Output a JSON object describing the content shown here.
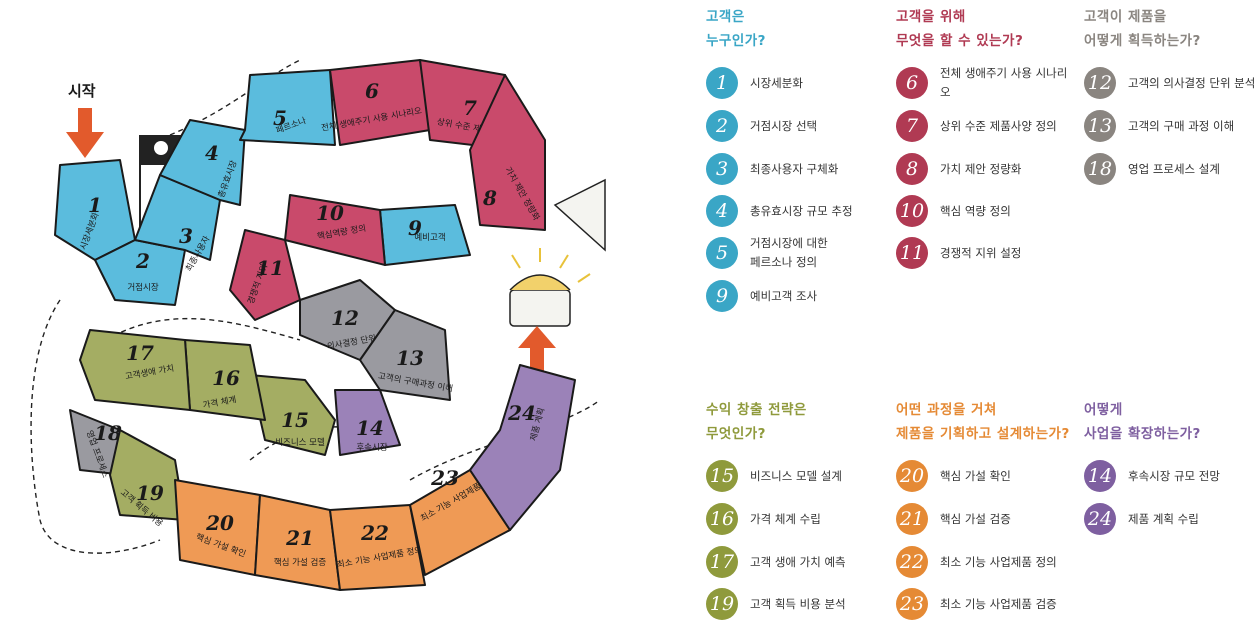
{
  "board": {
    "start_label": "시작",
    "tiles": [
      {
        "num": "1",
        "label": "시장세분화",
        "color": "#5bbcdd"
      },
      {
        "num": "2",
        "label": "거점시장",
        "color": "#5bbcdd"
      },
      {
        "num": "3",
        "label": "최종사용자",
        "color": "#5bbcdd"
      },
      {
        "num": "4",
        "label": "총유효시장",
        "color": "#5bbcdd"
      },
      {
        "num": "5",
        "label": "페르소나",
        "color": "#5bbcdd"
      },
      {
        "num": "6",
        "label": "전체 생애주기 사용 시나리오",
        "color": "#c94a6b"
      },
      {
        "num": "7",
        "label": "상위 수준 제품사양",
        "color": "#c94a6b"
      },
      {
        "num": "8",
        "label": "가치 제안 정량화",
        "color": "#c94a6b"
      },
      {
        "num": "9",
        "label": "예비고객",
        "color": "#5bbcdd"
      },
      {
        "num": "10",
        "label": "핵심역량 정의",
        "color": "#c94a6b"
      },
      {
        "num": "11",
        "label": "경쟁적 지위",
        "color": "#c94a6b"
      },
      {
        "num": "12",
        "label": "의사결정 단위",
        "color": "#9a9aa0"
      },
      {
        "num": "13",
        "label": "고객의 구매과정 이해",
        "color": "#9a9aa0"
      },
      {
        "num": "14",
        "label": "후속시장",
        "color": "#9b82b8"
      },
      {
        "num": "15",
        "label": "비즈니스 모델",
        "color": "#a4ad63"
      },
      {
        "num": "16",
        "label": "가격 체계",
        "color": "#a4ad63"
      },
      {
        "num": "17",
        "label": "고객생애 가치",
        "color": "#a4ad63"
      },
      {
        "num": "18",
        "label": "영업 프로세스",
        "color": "#9a9aa0"
      },
      {
        "num": "19",
        "label": "고객 획득 비용",
        "color": "#a4ad63"
      },
      {
        "num": "20",
        "label": "핵심 가설 확인",
        "color": "#ef9a55"
      },
      {
        "num": "21",
        "label": "핵심 가설 검증",
        "color": "#ef9a55"
      },
      {
        "num": "22",
        "label": "최소 기능 사업제품 정의",
        "color": "#ef9a55"
      },
      {
        "num": "23",
        "label": "최소 기능 사업제품 검증",
        "color": "#ef9a55"
      },
      {
        "num": "24",
        "label": "제품 계획",
        "color": "#9b82b8"
      }
    ]
  },
  "legend": {
    "groups": [
      {
        "heading": [
          "고객은",
          "누구인가?"
        ],
        "color": "#3aa6c6",
        "items": [
          {
            "num": "1",
            "label": "시장세분화"
          },
          {
            "num": "2",
            "label": "거점시장 선택"
          },
          {
            "num": "3",
            "label": "최종사용자 구체화"
          },
          {
            "num": "4",
            "label": "총유효시장 규모 추정"
          },
          {
            "num": "5",
            "label": "거점시장에 대한\n페르소나 정의"
          },
          {
            "num": "9",
            "label": "예비고객 조사"
          }
        ]
      },
      {
        "heading": [
          "고객을 위해",
          "무엇을 할 수 있는가?"
        ],
        "color": "#b03a53",
        "items": [
          {
            "num": "6",
            "label": "전체 생애주기 사용 시나리오"
          },
          {
            "num": "7",
            "label": "상위 수준 제품사양 정의"
          },
          {
            "num": "8",
            "label": "가치 제안 정량화"
          },
          {
            "num": "10",
            "label": "핵심 역량 정의"
          },
          {
            "num": "11",
            "label": "경쟁적 지위 설정"
          }
        ]
      },
      {
        "heading": [
          "고객이 제품을",
          "어떻게 획득하는가?"
        ],
        "color": "#8a8580",
        "items": [
          {
            "num": "12",
            "label": "고객의 의사결정 단위 분석"
          },
          {
            "num": "13",
            "label": "고객의 구매 과정 이해"
          },
          {
            "num": "18",
            "label": "영업 프로세스 설계"
          }
        ]
      },
      {
        "heading": [
          "수익 창출 전략은",
          "무엇인가?"
        ],
        "color": "#8f9a3c",
        "items": [
          {
            "num": "15",
            "label": "비즈니스 모델 설계"
          },
          {
            "num": "16",
            "label": "가격 체계 수립"
          },
          {
            "num": "17",
            "label": "고객 생애 가치 예측"
          },
          {
            "num": "19",
            "label": "고객 획득 비용 분석"
          }
        ]
      },
      {
        "heading": [
          "어떤 과정을 거쳐",
          "제품을 기획하고 설계하는가?"
        ],
        "color": "#e58a35",
        "items": [
          {
            "num": "20",
            "label": "핵심 가설 확인"
          },
          {
            "num": "21",
            "label": "핵심 가설 검증"
          },
          {
            "num": "22",
            "label": "최소 기능 사업제품 정의"
          },
          {
            "num": "23",
            "label": "최소 기능 사업제품 검증"
          }
        ]
      },
      {
        "heading": [
          "어떻게",
          "사업을 확장하는가?"
        ],
        "color": "#7e5fa0",
        "items": [
          {
            "num": "14",
            "label": "후속시장 규모 전망"
          },
          {
            "num": "24",
            "label": "제품 계획 수립"
          }
        ]
      }
    ]
  }
}
